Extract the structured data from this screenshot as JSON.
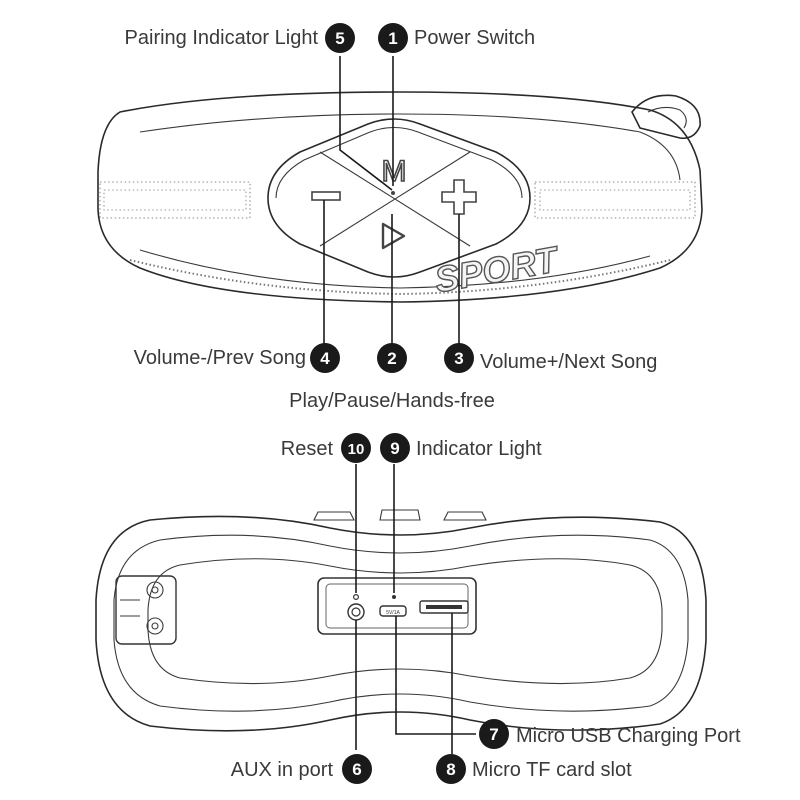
{
  "callouts": [
    {
      "num": "1",
      "label": "Power Switch"
    },
    {
      "num": "2",
      "label": "Play/Pause/Hands-free"
    },
    {
      "num": "3",
      "label": "Volume+/Next Song"
    },
    {
      "num": "4",
      "label": "Volume-/Prev Song"
    },
    {
      "num": "5",
      "label": "Pairing Indicator Light"
    },
    {
      "num": "6",
      "label": "AUX in port"
    },
    {
      "num": "7",
      "label": "Micro USB Charging Port"
    },
    {
      "num": "8",
      "label": "Micro TF card slot"
    },
    {
      "num": "9",
      "label": "Indicator Light"
    },
    {
      "num": "10",
      "label": "Reset"
    }
  ],
  "top_view": {
    "brand_text": "SPORT",
    "mode_button_text": "M",
    "minus_symbol": "−",
    "plus_symbol": "+"
  },
  "bottom_view": {
    "usb_port_text": "5V/1A"
  }
}
